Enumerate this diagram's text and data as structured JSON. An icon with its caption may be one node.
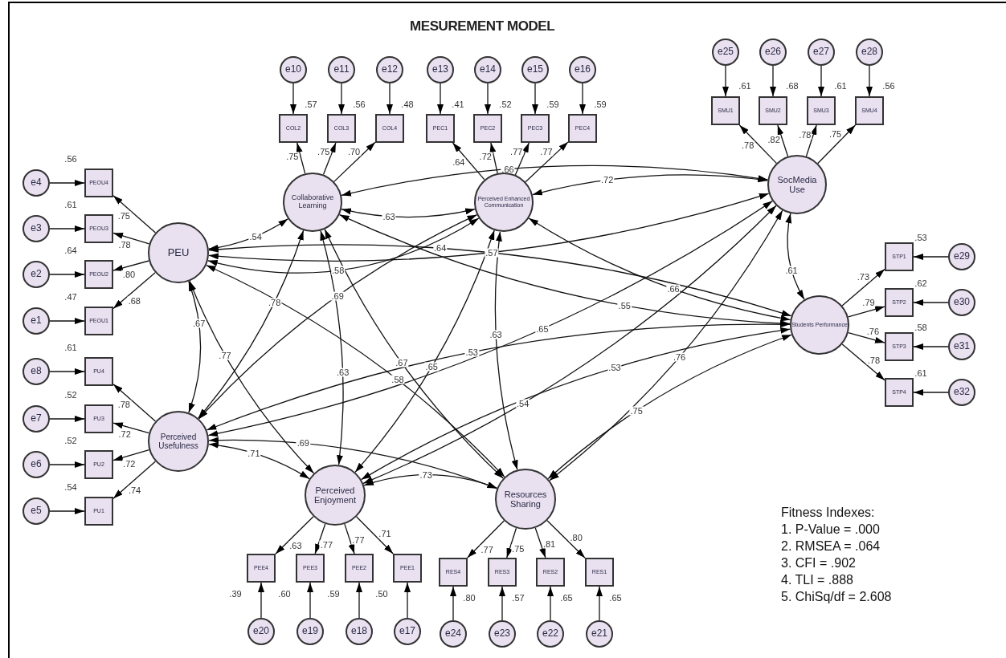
{
  "diagram": {
    "title": "MESUREMENT MODEL",
    "nodes": [
      {
        "text": [
          "PEU"
        ]
      },
      {
        "text": [
          "Perceived Usefulness"
        ]
      },
      {
        "text": [
          "Collaborative Learning"
        ]
      },
      {
        "text": [
          "Perceived Enhanced Communication"
        ]
      },
      {
        "text": [
          "Perceived Enjoyment"
        ]
      },
      {
        "text": [
          "Resources Sharing"
        ]
      },
      {
        "text": [
          "SocMedia Use"
        ]
      },
      {
        "text": [
          "Students Performance"
        ]
      },
      {
        "text": [
          "PEOU4"
        ],
        "beside": [
          ".56"
        ]
      },
      {
        "text": [
          "PEOU3"
        ],
        "beside": [
          ".61"
        ]
      },
      {
        "text": [
          "PEOU2"
        ],
        "beside": [
          ".64"
        ]
      },
      {
        "text": [
          "PEOU1"
        ],
        "beside": [
          ".47"
        ]
      },
      {
        "text": [
          "e4"
        ]
      },
      {
        "text": [
          "e3"
        ]
      },
      {
        "text": [
          "e2"
        ]
      },
      {
        "text": [
          "e1"
        ]
      },
      {
        "text": [
          "PU4"
        ],
        "beside": [
          ".61"
        ]
      },
      {
        "text": [
          "PU3"
        ],
        "beside": [
          ".52"
        ]
      },
      {
        "text": [
          "PU2"
        ],
        "beside": [
          ".52"
        ]
      },
      {
        "text": [
          "PU1"
        ],
        "beside": [
          ".54"
        ]
      },
      {
        "text": [
          "e8"
        ]
      },
      {
        "text": [
          "e7"
        ]
      },
      {
        "text": [
          "e6"
        ]
      },
      {
        "text": [
          "e5"
        ]
      },
      {
        "text": [
          "COL2"
        ],
        "beside": [
          ".57"
        ]
      },
      {
        "text": [
          "COL3"
        ],
        "beside": [
          ".56"
        ]
      },
      {
        "text": [
          "COL4"
        ],
        "beside": [
          ".48"
        ]
      },
      {
        "text": [
          "e10"
        ]
      },
      {
        "text": [
          "e11"
        ]
      },
      {
        "text": [
          "e12"
        ]
      },
      {
        "text": [
          "PEC1"
        ],
        "beside": [
          ".41"
        ]
      },
      {
        "text": [
          "PEC2"
        ],
        "beside": [
          ".52"
        ]
      },
      {
        "text": [
          "PEC3"
        ],
        "beside": [
          ".59"
        ]
      },
      {
        "text": [
          "PEC4"
        ],
        "beside": [
          ".59"
        ]
      },
      {
        "text": [
          "e13"
        ]
      },
      {
        "text": [
          "e14"
        ]
      },
      {
        "text": [
          "e15"
        ]
      },
      {
        "text": [
          "e16"
        ]
      },
      {
        "text": [
          "SMU1"
        ],
        "beside": [
          ".61"
        ]
      },
      {
        "text": [
          "SMU2"
        ],
        "beside": [
          ".68"
        ]
      },
      {
        "text": [
          "SMU3"
        ],
        "beside": [
          ".61"
        ]
      },
      {
        "text": [
          "SMU4"
        ],
        "beside": [
          ".56"
        ]
      },
      {
        "text": [
          "e25"
        ]
      },
      {
        "text": [
          "e26"
        ]
      },
      {
        "text": [
          "e27"
        ]
      },
      {
        "text": [
          "e28"
        ]
      },
      {
        "text": [
          "STP1"
        ],
        "beside": [
          ".53"
        ]
      },
      {
        "text": [
          "STP2"
        ],
        "beside": [
          ".62"
        ]
      },
      {
        "text": [
          "STP3"
        ],
        "beside": [
          ".58"
        ]
      },
      {
        "text": [
          "STP4"
        ],
        "beside": [
          ".61"
        ]
      },
      {
        "text": [
          "e29"
        ]
      },
      {
        "text": [
          "e30"
        ]
      },
      {
        "text": [
          "e31"
        ]
      },
      {
        "text": [
          "e32"
        ]
      },
      {
        "text": [
          "PEE4"
        ],
        "beside": [
          ".39"
        ]
      },
      {
        "text": [
          "PEE3"
        ],
        "beside": [
          ".60"
        ]
      },
      {
        "text": [
          "PEE2"
        ],
        "beside": [
          ".59"
        ]
      },
      {
        "text": [
          "PEE1"
        ],
        "beside": [
          ".50"
        ]
      },
      {
        "text": [
          "e20"
        ]
      },
      {
        "text": [
          "e19"
        ]
      },
      {
        "text": [
          "e18"
        ]
      },
      {
        "text": [
          "e17"
        ]
      },
      {
        "text": [
          "RES4"
        ],
        "beside": [
          ".80"
        ]
      },
      {
        "text": [
          "RES3"
        ],
        "beside": [
          ".57"
        ]
      },
      {
        "text": [
          "RES2"
        ],
        "beside": [
          ".65"
        ]
      },
      {
        "text": [
          "RES1"
        ],
        "beside": [
          ".65"
        ]
      },
      {
        "text": [
          "e24"
        ]
      },
      {
        "text": [
          "e23"
        ]
      },
      {
        "text": [
          "e22"
        ]
      },
      {
        "text": [
          "e21"
        ]
      }
    ],
    "edges": [
      {
        "from": 0,
        "to": 1,
        "arrow": "both",
        "label": ".67"
      },
      {
        "from": 0,
        "to": 2,
        "arrow": "both",
        "label": ".54"
      },
      {
        "from": 0,
        "to": 3,
        "arrow": "both",
        "label": ".58"
      },
      {
        "from": 0,
        "to": 4,
        "arrow": "both",
        "label": ".77"
      },
      {
        "from": 0,
        "to": 5,
        "arrow": "both",
        "label": ".58"
      },
      {
        "from": 0,
        "to": 6,
        "arrow": "both",
        "label": ".57"
      },
      {
        "from": 0,
        "to": 7,
        "arrow": "both",
        "label": ".64"
      },
      {
        "from": 1,
        "to": 2,
        "arrow": "both",
        "label": ".78"
      },
      {
        "from": 1,
        "to": 3,
        "arrow": "both",
        "label": ".69"
      },
      {
        "from": 1,
        "to": 4,
        "arrow": "both",
        "label": ".71"
      },
      {
        "from": 1,
        "to": 5,
        "arrow": "both",
        "label": ".69"
      },
      {
        "from": 1,
        "to": 6,
        "arrow": "both",
        "label": ".65"
      },
      {
        "from": 1,
        "to": 7,
        "arrow": "both",
        "label": ".53"
      },
      {
        "from": 2,
        "to": 3,
        "arrow": "both",
        "label": ".63"
      },
      {
        "from": 2,
        "to": 4,
        "arrow": "both",
        "label": ".63"
      },
      {
        "from": 2,
        "to": 5,
        "arrow": "both",
        "label": ".67"
      },
      {
        "from": 2,
        "to": 6,
        "arrow": "both",
        "label": ".66"
      },
      {
        "from": 2,
        "to": 7,
        "arrow": "both",
        "label": ".55"
      },
      {
        "from": 3,
        "to": 4,
        "arrow": "both",
        "label": ".65"
      },
      {
        "from": 3,
        "to": 5,
        "arrow": "both",
        "label": ".63"
      },
      {
        "from": 3,
        "to": 6,
        "arrow": "both",
        "label": ".72"
      },
      {
        "from": 3,
        "to": 7,
        "arrow": "both",
        "label": ".66"
      },
      {
        "from": 4,
        "to": 5,
        "arrow": "both",
        "label": ".73"
      },
      {
        "from": 4,
        "to": 6,
        "arrow": "both",
        "label": ".54"
      },
      {
        "from": 4,
        "to": 7,
        "arrow": "both",
        "label": ".53"
      },
      {
        "from": 5,
        "to": 6,
        "arrow": "both",
        "label": ".76"
      },
      {
        "from": 5,
        "to": 7,
        "arrow": "both",
        "label": ".75"
      },
      {
        "from": 6,
        "to": 7,
        "arrow": "both",
        "label": ".61"
      },
      {
        "from": 0,
        "to": 8,
        "arrow": "to",
        "label": ".75"
      },
      {
        "from": 0,
        "to": 9,
        "arrow": "to",
        "label": ".78"
      },
      {
        "from": 0,
        "to": 10,
        "arrow": "to",
        "label": ".80"
      },
      {
        "from": 0,
        "to": 11,
        "arrow": "to",
        "label": ".68"
      },
      {
        "from": 1,
        "to": 16,
        "arrow": "to",
        "label": ".78"
      },
      {
        "from": 1,
        "to": 17,
        "arrow": "to",
        "label": ".72"
      },
      {
        "from": 1,
        "to": 18,
        "arrow": "to",
        "label": ".72"
      },
      {
        "from": 1,
        "to": 19,
        "arrow": "to",
        "label": ".74"
      },
      {
        "from": 2,
        "to": 24,
        "arrow": "to",
        "label": ".75"
      },
      {
        "from": 2,
        "to": 25,
        "arrow": "to",
        "label": ".75"
      },
      {
        "from": 2,
        "to": 26,
        "arrow": "to",
        "label": ".70"
      },
      {
        "from": 3,
        "to": 30,
        "arrow": "to",
        "label": ".64"
      },
      {
        "from": 3,
        "to": 31,
        "arrow": "to",
        "label": ".72"
      },
      {
        "from": 3,
        "to": 32,
        "arrow": "to",
        "label": ".77"
      },
      {
        "from": 3,
        "to": 33,
        "arrow": "to",
        "label": ".77"
      },
      {
        "from": 6,
        "to": 38,
        "arrow": "to",
        "label": ".78"
      },
      {
        "from": 6,
        "to": 39,
        "arrow": "to",
        "label": ".82"
      },
      {
        "from": 6,
        "to": 40,
        "arrow": "to",
        "label": ".78"
      },
      {
        "from": 6,
        "to": 41,
        "arrow": "to",
        "label": ".75"
      },
      {
        "from": 7,
        "to": 46,
        "arrow": "to",
        "label": ".73"
      },
      {
        "from": 7,
        "to": 47,
        "arrow": "to",
        "label": ".79"
      },
      {
        "from": 7,
        "to": 48,
        "arrow": "to",
        "label": ".76"
      },
      {
        "from": 7,
        "to": 49,
        "arrow": "to",
        "label": ".78"
      },
      {
        "from": 4,
        "to": 54,
        "arrow": "to",
        "label": ".63"
      },
      {
        "from": 4,
        "to": 55,
        "arrow": "to",
        "label": ".77"
      },
      {
        "from": 4,
        "to": 56,
        "arrow": "to",
        "label": ".77"
      },
      {
        "from": 4,
        "to": 57,
        "arrow": "to",
        "label": ".71"
      },
      {
        "from": 5,
        "to": 62,
        "arrow": "to",
        "label": ".77"
      },
      {
        "from": 5,
        "to": 63,
        "arrow": "to",
        "label": ".75"
      },
      {
        "from": 5,
        "to": 64,
        "arrow": "to",
        "label": ".81"
      },
      {
        "from": 5,
        "to": 65,
        "arrow": "to",
        "label": ".80"
      },
      {
        "from": 12,
        "to": 8,
        "arrow": "to"
      },
      {
        "from": 13,
        "to": 9,
        "arrow": "to"
      },
      {
        "from": 14,
        "to": 10,
        "arrow": "to"
      },
      {
        "from": 15,
        "to": 11,
        "arrow": "to"
      },
      {
        "from": 20,
        "to": 16,
        "arrow": "to"
      },
      {
        "from": 21,
        "to": 17,
        "arrow": "to"
      },
      {
        "from": 22,
        "to": 18,
        "arrow": "to"
      },
      {
        "from": 23,
        "to": 19,
        "arrow": "to"
      },
      {
        "from": 27,
        "to": 24,
        "arrow": "to"
      },
      {
        "from": 28,
        "to": 25,
        "arrow": "to"
      },
      {
        "from": 29,
        "to": 26,
        "arrow": "to"
      },
      {
        "from": 34,
        "to": 30,
        "arrow": "to"
      },
      {
        "from": 35,
        "to": 31,
        "arrow": "to"
      },
      {
        "from": 36,
        "to": 32,
        "arrow": "to"
      },
      {
        "from": 37,
        "to": 33,
        "arrow": "to"
      },
      {
        "from": 42,
        "to": 38,
        "arrow": "to"
      },
      {
        "from": 43,
        "to": 39,
        "arrow": "to"
      },
      {
        "from": 44,
        "to": 40,
        "arrow": "to"
      },
      {
        "from": 45,
        "to": 41,
        "arrow": "to"
      },
      {
        "from": 50,
        "to": 46,
        "arrow": "to"
      },
      {
        "from": 51,
        "to": 47,
        "arrow": "to"
      },
      {
        "from": 52,
        "to": 48,
        "arrow": "to"
      },
      {
        "from": 53,
        "to": 49,
        "arrow": "to"
      },
      {
        "from": 58,
        "to": 54,
        "arrow": "to"
      },
      {
        "from": 59,
        "to": 55,
        "arrow": "to"
      },
      {
        "from": 60,
        "to": 56,
        "arrow": "to"
      },
      {
        "from": 61,
        "to": 57,
        "arrow": "to"
      },
      {
        "from": 66,
        "to": 62,
        "arrow": "to"
      },
      {
        "from": 67,
        "to": 63,
        "arrow": "to"
      },
      {
        "from": 68,
        "to": 64,
        "arrow": "to"
      },
      {
        "from": 69,
        "to": 65,
        "arrow": "to"
      }
    ],
    "labels": [
      "Fitness Indexes:",
      "1. P-Value = .000",
      "2. RMSEA = .064",
      "3. CFI = .902",
      "4. TLI = .888",
      "5. ChiSq/df = 2.608"
    ]
  }
}
